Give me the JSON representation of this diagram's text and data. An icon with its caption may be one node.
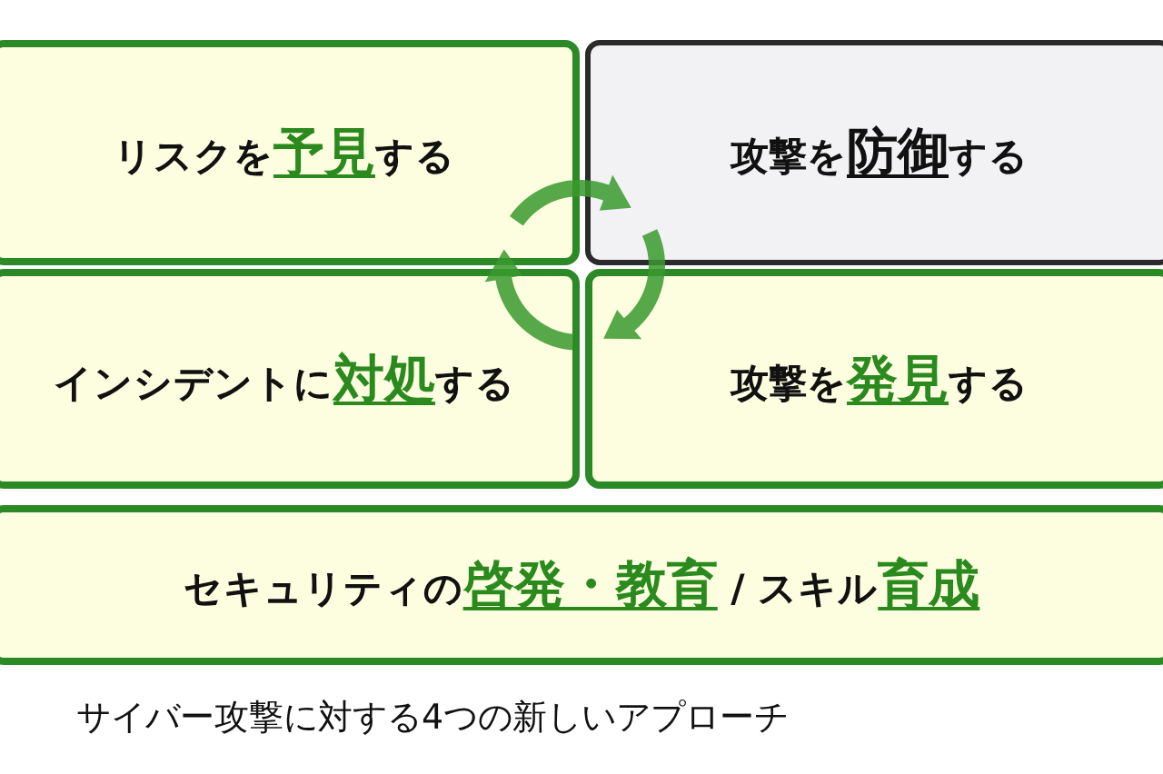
{
  "diagram": {
    "caption": "サイバー攻撃に対する4つの新しいアプローチ",
    "nodes": [
      {
        "text": [
          "リスクを**予見**する"
        ]
      },
      {
        "text": [
          "攻撃を**防御**する"
        ]
      },
      {
        "text": [
          "インシデントに**対処**する"
        ]
      },
      {
        "text": [
          "攻撃を**発見**する"
        ]
      },
      {
        "text": [
          "セキュリティの**啓発・教育** / スキル**育成**"
        ]
      }
    ]
  }
}
